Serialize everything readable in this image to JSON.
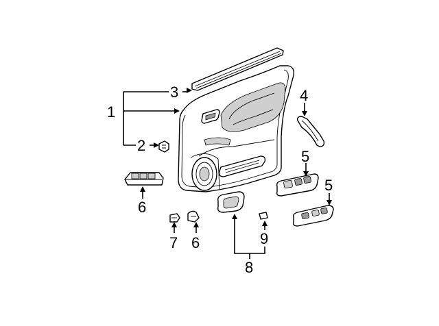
{
  "callouts": [
    {
      "id": "c1",
      "label": "1"
    },
    {
      "id": "c2",
      "label": "2"
    },
    {
      "id": "c3",
      "label": "3"
    },
    {
      "id": "c4",
      "label": "4"
    },
    {
      "id": "c5a",
      "label": "5"
    },
    {
      "id": "c5b",
      "label": "5"
    },
    {
      "id": "c6a",
      "label": "6"
    },
    {
      "id": "c6b",
      "label": "6"
    },
    {
      "id": "c7",
      "label": "7"
    },
    {
      "id": "c8",
      "label": "8"
    },
    {
      "id": "c9",
      "label": "9"
    }
  ]
}
